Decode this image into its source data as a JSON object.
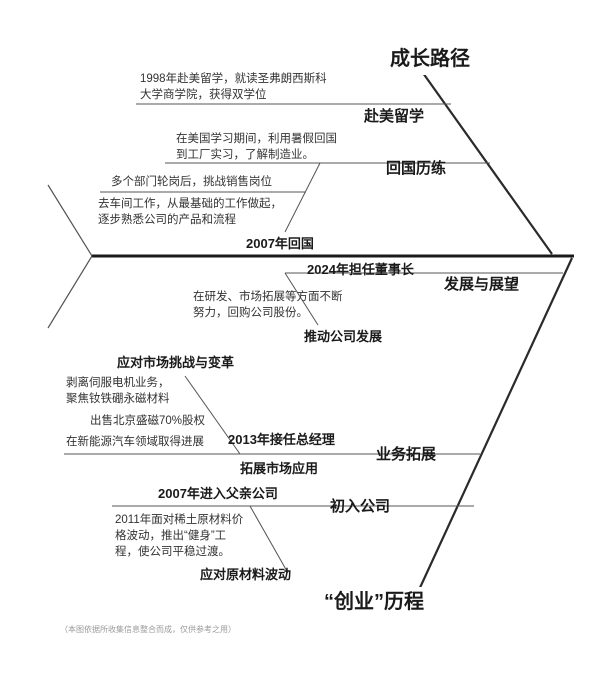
{
  "titles": {
    "growth_path": "成长路径",
    "venture_history": "“创业”历程"
  },
  "top_branches": {
    "study_abroad": {
      "label": "赴美留学",
      "note_line1": "1998年赴美留学，就读圣弗朗西斯科",
      "note_line2": "大学商学院，获得双学位"
    },
    "return_training": {
      "label": "回国历练",
      "note_a_line1": "在美国学习期间，利用暑假回国",
      "note_a_line2": "到工厂实习，了解制造业。",
      "note_b": "多个部门轮岗后，挑战销售岗位",
      "note_c_line1": "去车间工作，从最基础的工作做起，",
      "note_c_line2": "逐步熟悉公司的产品和流程",
      "sub_label": "2007年回国"
    }
  },
  "bottom_branches": {
    "development": {
      "label": "发展与展望",
      "sub_label": "2024年担任董事长",
      "note_line1": "在研发、市场拓展等方面不断",
      "note_line2": "努力，回购公司股份。",
      "tail_label": "推动公司发展"
    },
    "business_expansion": {
      "label": "业务拓展",
      "head_label": "应对市场挑战与变革",
      "note_a_line1": "剥离伺服电机业务，",
      "note_a_line2": "聚焦钕铁硼永磁材料",
      "note_b": "出售北京盛磁70%股权",
      "note_c": "在新能源汽车领域取得进展",
      "sub_label": "2013年接任总经理",
      "tail_label": "拓展市场应用"
    },
    "joining": {
      "label": "初入公司",
      "sub_label": "2007年进入父亲公司",
      "note_line1": "2011年面对稀土原材料价",
      "note_line2": "格波动，推出“健身”工",
      "note_line3": "程，使公司平稳过渡。",
      "tail_label": "应对原材料波动"
    }
  },
  "footnote": "（本图依据所收集信息整合而成，仅供参考之用）",
  "colors": {
    "spine": "#1a1a1a",
    "branch": "#2a2a2a",
    "rib": "#555555",
    "title_text": "#1a1a1a",
    "footnote_text": "#9a9a9a"
  }
}
